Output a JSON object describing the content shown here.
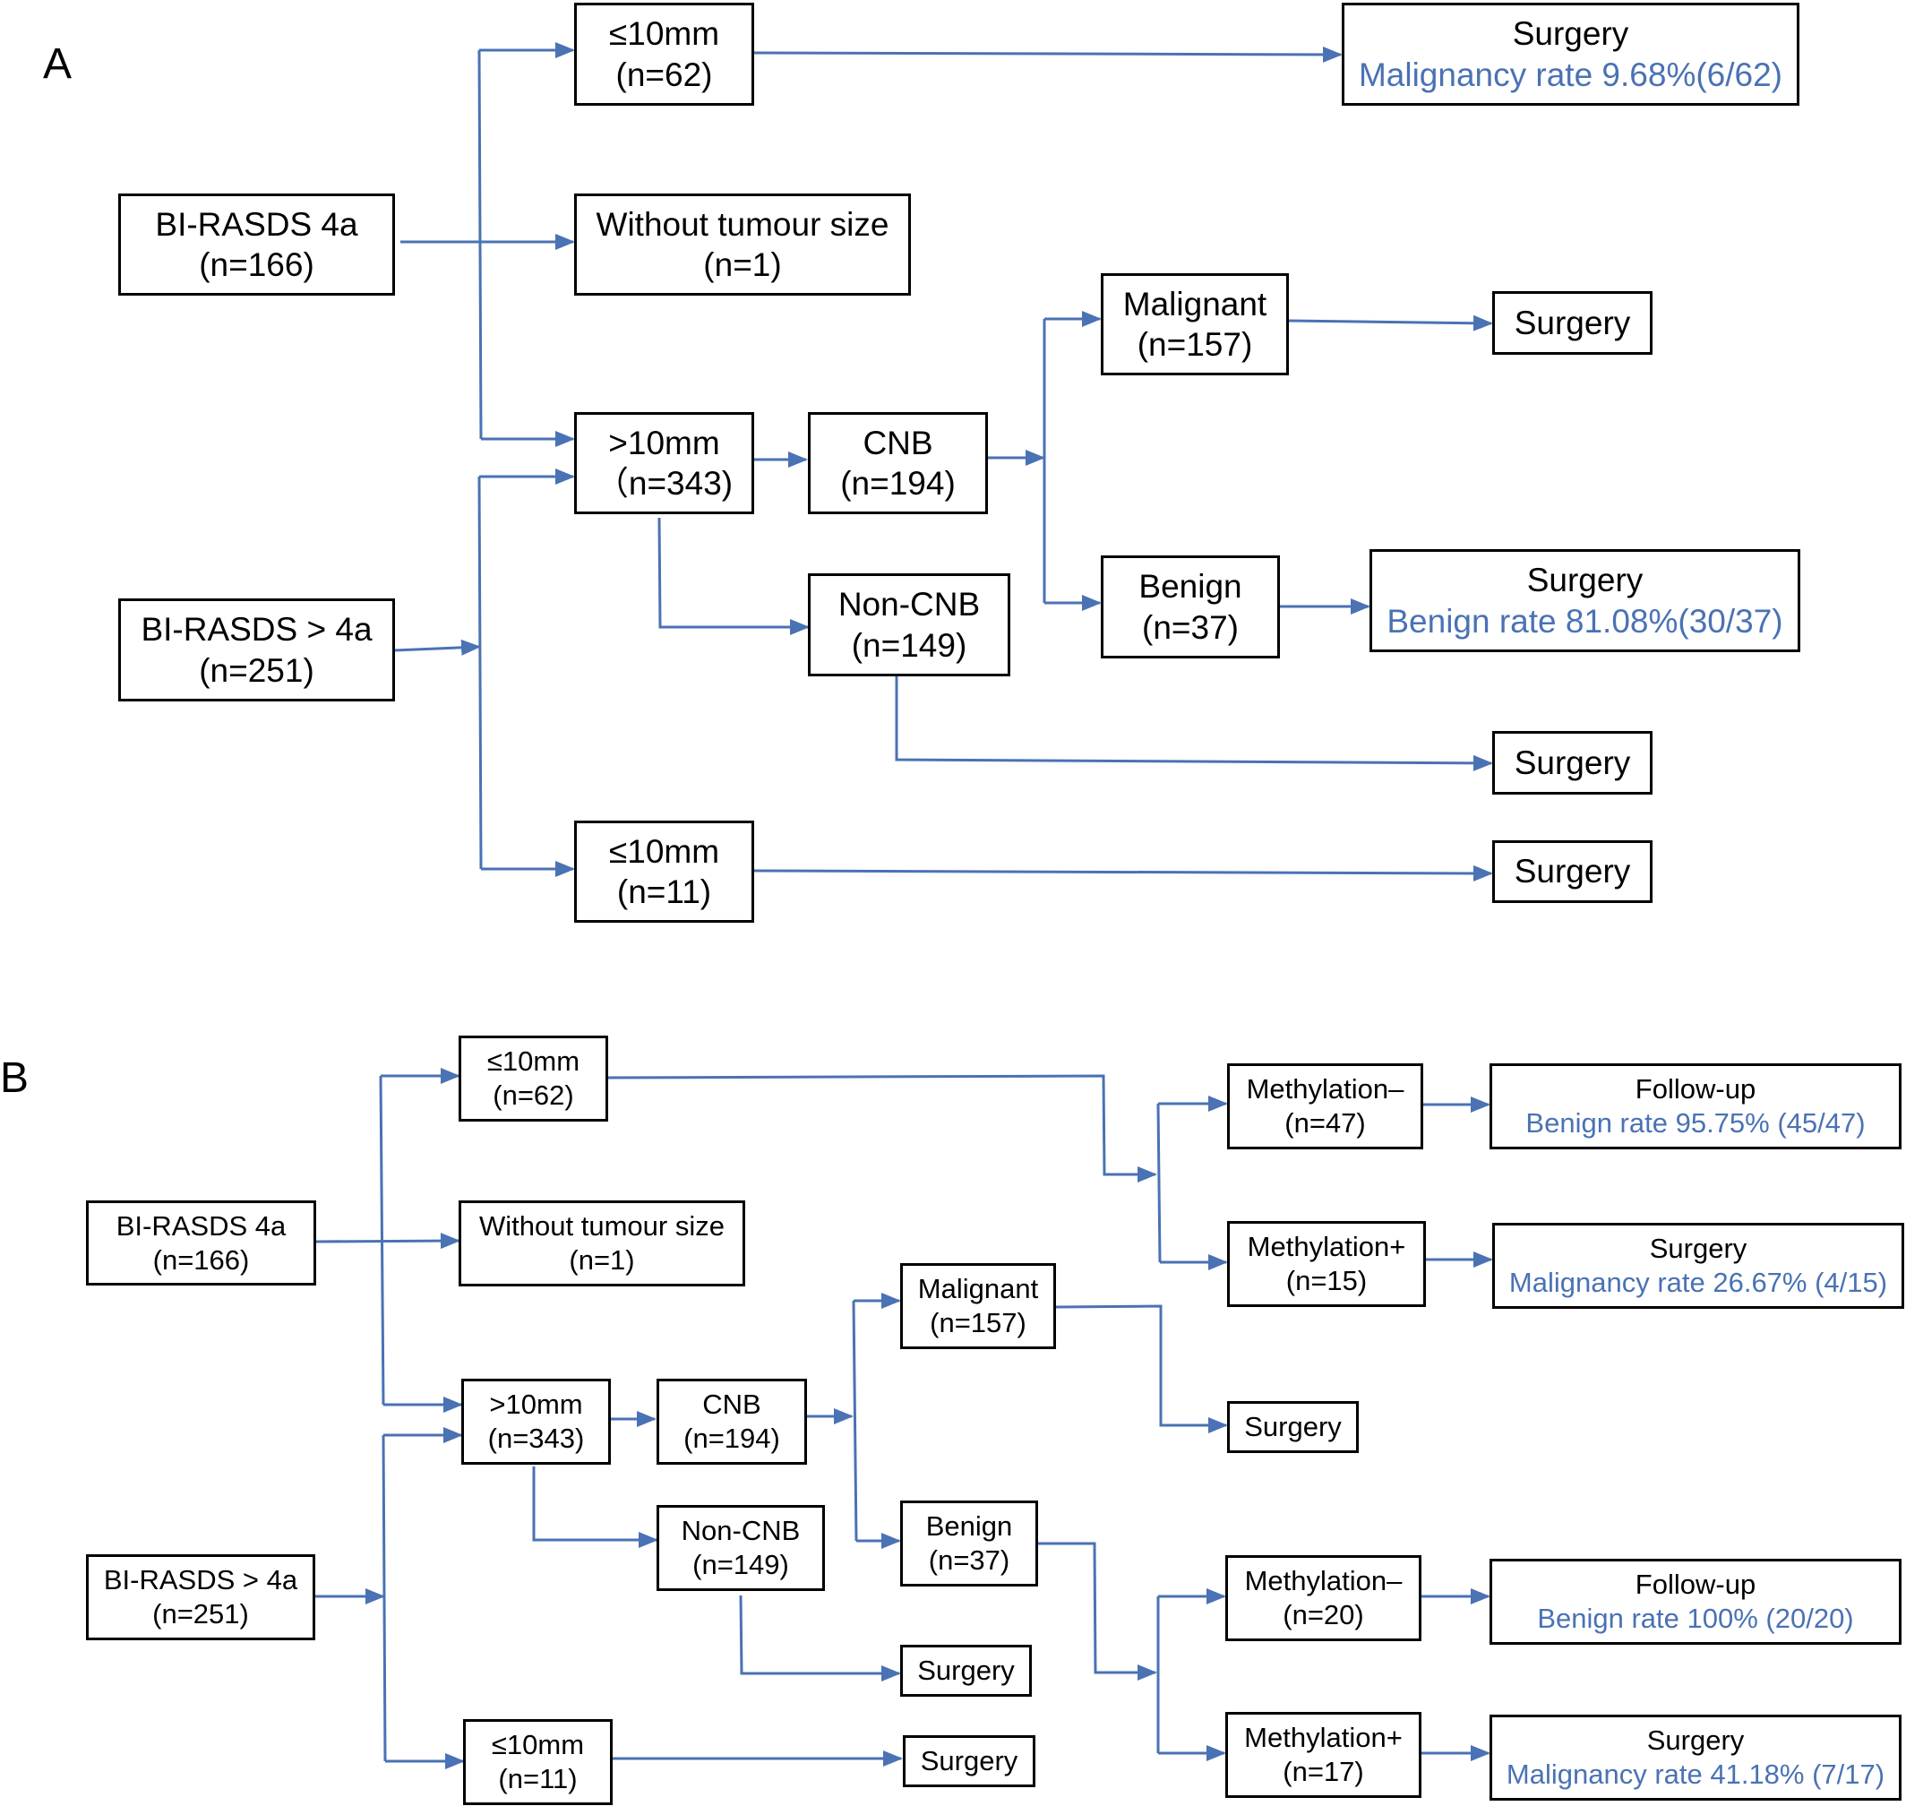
{
  "colors": {
    "arrow": "#4a72b4",
    "note_text": "#4a72b4",
    "box_border": "#000000"
  },
  "panel_a": {
    "label": "A",
    "bi_4a": {
      "line1": "BI-RASDS 4a",
      "line2": "(n=166)"
    },
    "bi_gt4a": {
      "line1": "BI-RASDS > 4a",
      "line2": "(n=251)"
    },
    "le10_top": {
      "line1": "≤10mm",
      "line2": "(n=62)"
    },
    "no_size": {
      "line1": "Without tumour size",
      "line2": "(n=1)"
    },
    "gt10": {
      "line1": ">10mm",
      "line2": "（n=343)"
    },
    "le10_bottom": {
      "line1": "≤10mm",
      "line2": "(n=11)"
    },
    "cnb": {
      "line1": "CNB",
      "line2": "(n=194)"
    },
    "non_cnb": {
      "line1": "Non-CNB",
      "line2": "(n=149)"
    },
    "malignant": {
      "line1": "Malignant",
      "line2": "(n=157)"
    },
    "benign": {
      "line1": "Benign",
      "line2": "(n=37)"
    },
    "surgery_top": {
      "line1": "Surgery",
      "note": "Malignancy rate 9.68%(6/62)"
    },
    "surgery_malignant": {
      "line1": "Surgery"
    },
    "surgery_benign": {
      "line1": "Surgery",
      "note": "Benign rate 81.08%(30/37)"
    },
    "surgery_noncnb": {
      "line1": "Surgery"
    },
    "surgery_le10": {
      "line1": "Surgery"
    }
  },
  "panel_b": {
    "label": "B",
    "bi_4a": {
      "line1": "BI-RASDS 4a",
      "line2": "(n=166)"
    },
    "bi_gt4a": {
      "line1": "BI-RASDS > 4a",
      "line2": "(n=251)"
    },
    "le10_top": {
      "line1": "≤10mm",
      "line2": "(n=62)"
    },
    "no_size": {
      "line1": "Without tumour size",
      "line2": "(n=1)"
    },
    "gt10": {
      "line1": ">10mm",
      "line2": "(n=343)"
    },
    "le10_bottom": {
      "line1": "≤10mm",
      "line2": "(n=11)"
    },
    "cnb": {
      "line1": "CNB",
      "line2": "(n=194)"
    },
    "non_cnb": {
      "line1": "Non-CNB",
      "line2": "(n=149)"
    },
    "malignant": {
      "line1": "Malignant",
      "line2": "(n=157)"
    },
    "benign": {
      "line1": "Benign",
      "line2": "(n=37)"
    },
    "surgery_malignant": {
      "line1": "Surgery"
    },
    "surgery_noncnb": {
      "line1": "Surgery"
    },
    "surgery_le10": {
      "line1": "Surgery"
    },
    "meth_neg_1": {
      "line1": "Methylation–",
      "line2": "(n=47)"
    },
    "meth_pos_1": {
      "line1": "Methylation+",
      "line2": "(n=15)"
    },
    "meth_neg_2": {
      "line1": "Methylation–",
      "line2": "(n=20)"
    },
    "meth_pos_2": {
      "line1": "Methylation+",
      "line2": "(n=17)"
    },
    "followup_1": {
      "line1": "Follow-up",
      "note": "Benign rate 95.75% (45/47)"
    },
    "surgery_meth_pos_1": {
      "line1": "Surgery",
      "note": "Malignancy rate 26.67% (4/15)"
    },
    "followup_2": {
      "line1": "Follow-up",
      "note": "Benign rate 100% (20/20)"
    },
    "surgery_meth_pos_2": {
      "line1": "Surgery",
      "note": "Malignancy rate 41.18% (7/17)"
    }
  }
}
